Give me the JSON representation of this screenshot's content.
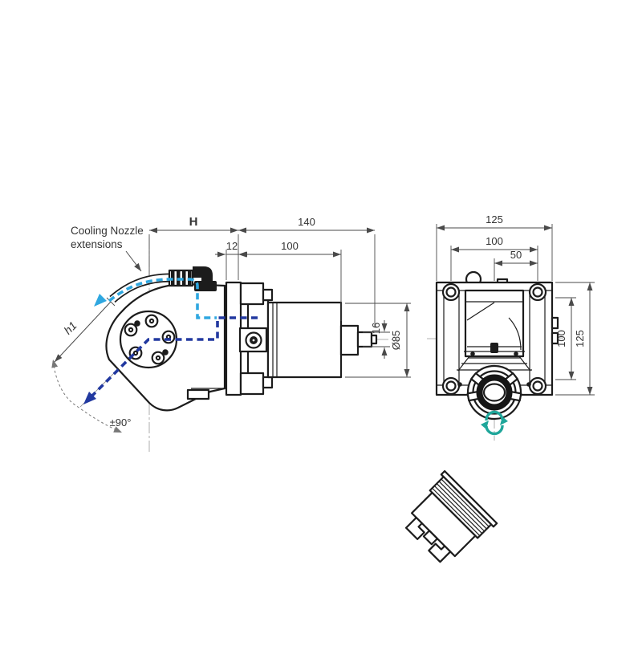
{
  "drawing": {
    "callout": {
      "line1": "Cooling Nozzle",
      "line2": "extensions"
    },
    "side_view": {
      "dim_h": "H",
      "dim_overall_length": "140",
      "dim_flange_thickness": "12",
      "dim_body_length": "100",
      "dim_pilot_diameter": "16",
      "dim_body_diameter": "Ø85",
      "dim_head_height": "h1",
      "dim_swivel_range": "±90°"
    },
    "front_view": {
      "dim_width_overall": "125",
      "dim_bolt_spacing_horizontal": "100",
      "dim_center_offset": "50",
      "dim_bolt_spacing_vertical": "100",
      "dim_height_overall": "125"
    },
    "colors": {
      "outline": "#1c1c1c",
      "dimension": "#4a4a4a",
      "text": "#333333",
      "coolant_external": "#2fa7e0",
      "coolant_internal": "#2239a0",
      "rotation": "#1fa69a"
    }
  }
}
